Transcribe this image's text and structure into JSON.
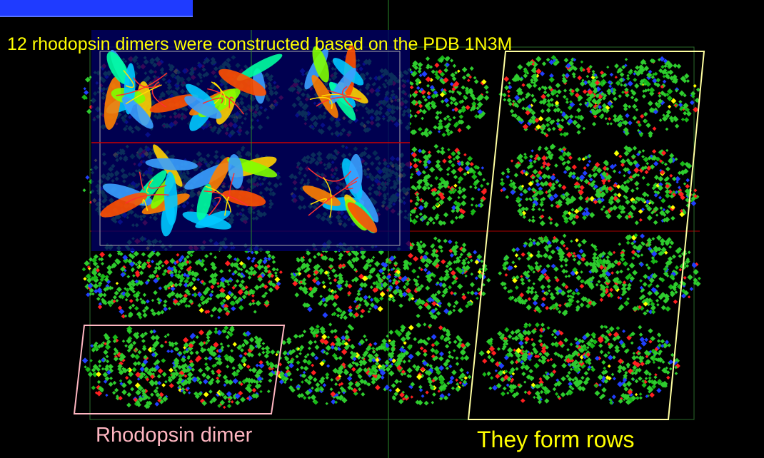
{
  "slide": {
    "caption": "12 rhodopsin dimers were constructed based on the PDB 1N3M",
    "label_left": "Rhodopsin dimer",
    "label_right": "They form rows"
  },
  "colors": {
    "background": "#000000",
    "title_tab": "#1f3bff",
    "caption": "#ffff00",
    "label_left": "#ffb6c1",
    "label_right": "#ffff00",
    "inset_background": "#000066",
    "atoms": [
      "#2ecc2e",
      "#18b818",
      "#ff2020",
      "#2040ff",
      "#ffff00"
    ]
  }
}
